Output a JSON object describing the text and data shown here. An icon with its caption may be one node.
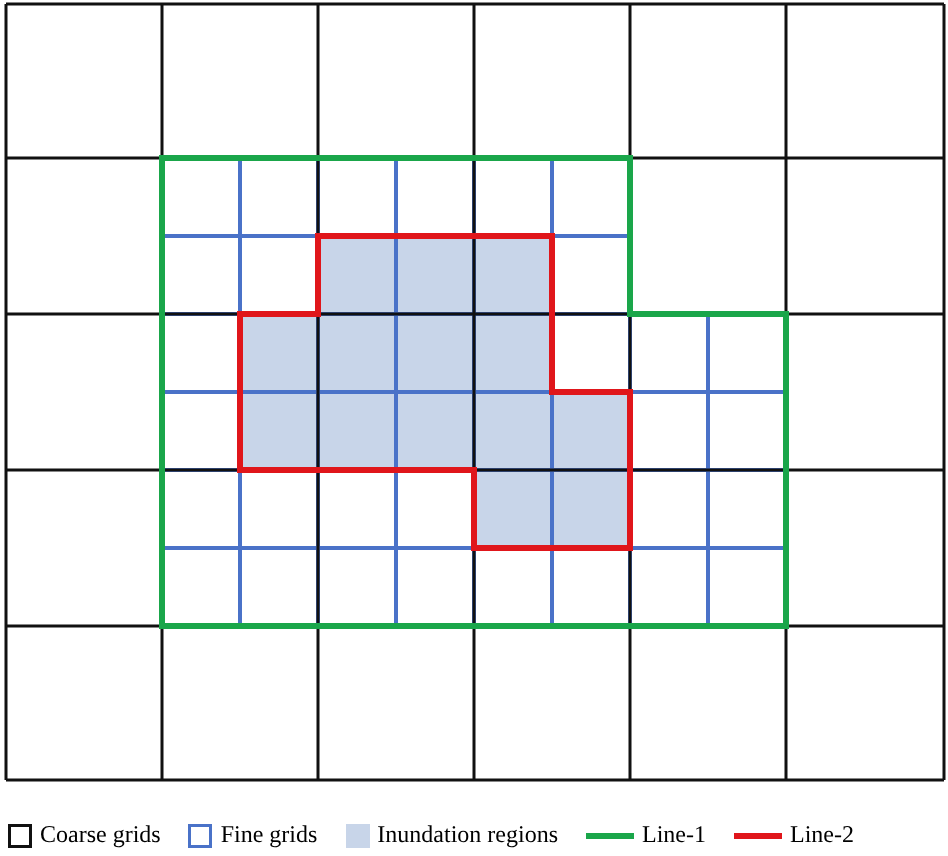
{
  "diagram": {
    "legend": [
      {
        "text": "Coarse grids"
      },
      {
        "text": "Fine grids"
      },
      {
        "text": "Inundation regions",
        "color": "#c8d5e9"
      },
      {
        "text": "Line-1"
      },
      {
        "text": "Line-2"
      }
    ]
  }
}
